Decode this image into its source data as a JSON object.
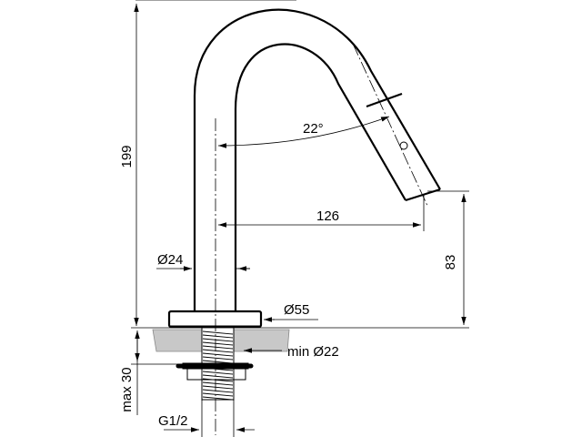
{
  "dimensions": {
    "total_height": "199",
    "spout_angle": "22°",
    "spout_reach": "126",
    "outlet_height": "83",
    "pipe_diameter": "Ø24",
    "base_diameter": "Ø55",
    "hole_diameter": "min Ø22",
    "max_thickness": "max 30",
    "thread": "G1/2"
  },
  "colors": {
    "line": "#000000",
    "countertop": "#c8c8c8",
    "background": "#ffffff"
  }
}
